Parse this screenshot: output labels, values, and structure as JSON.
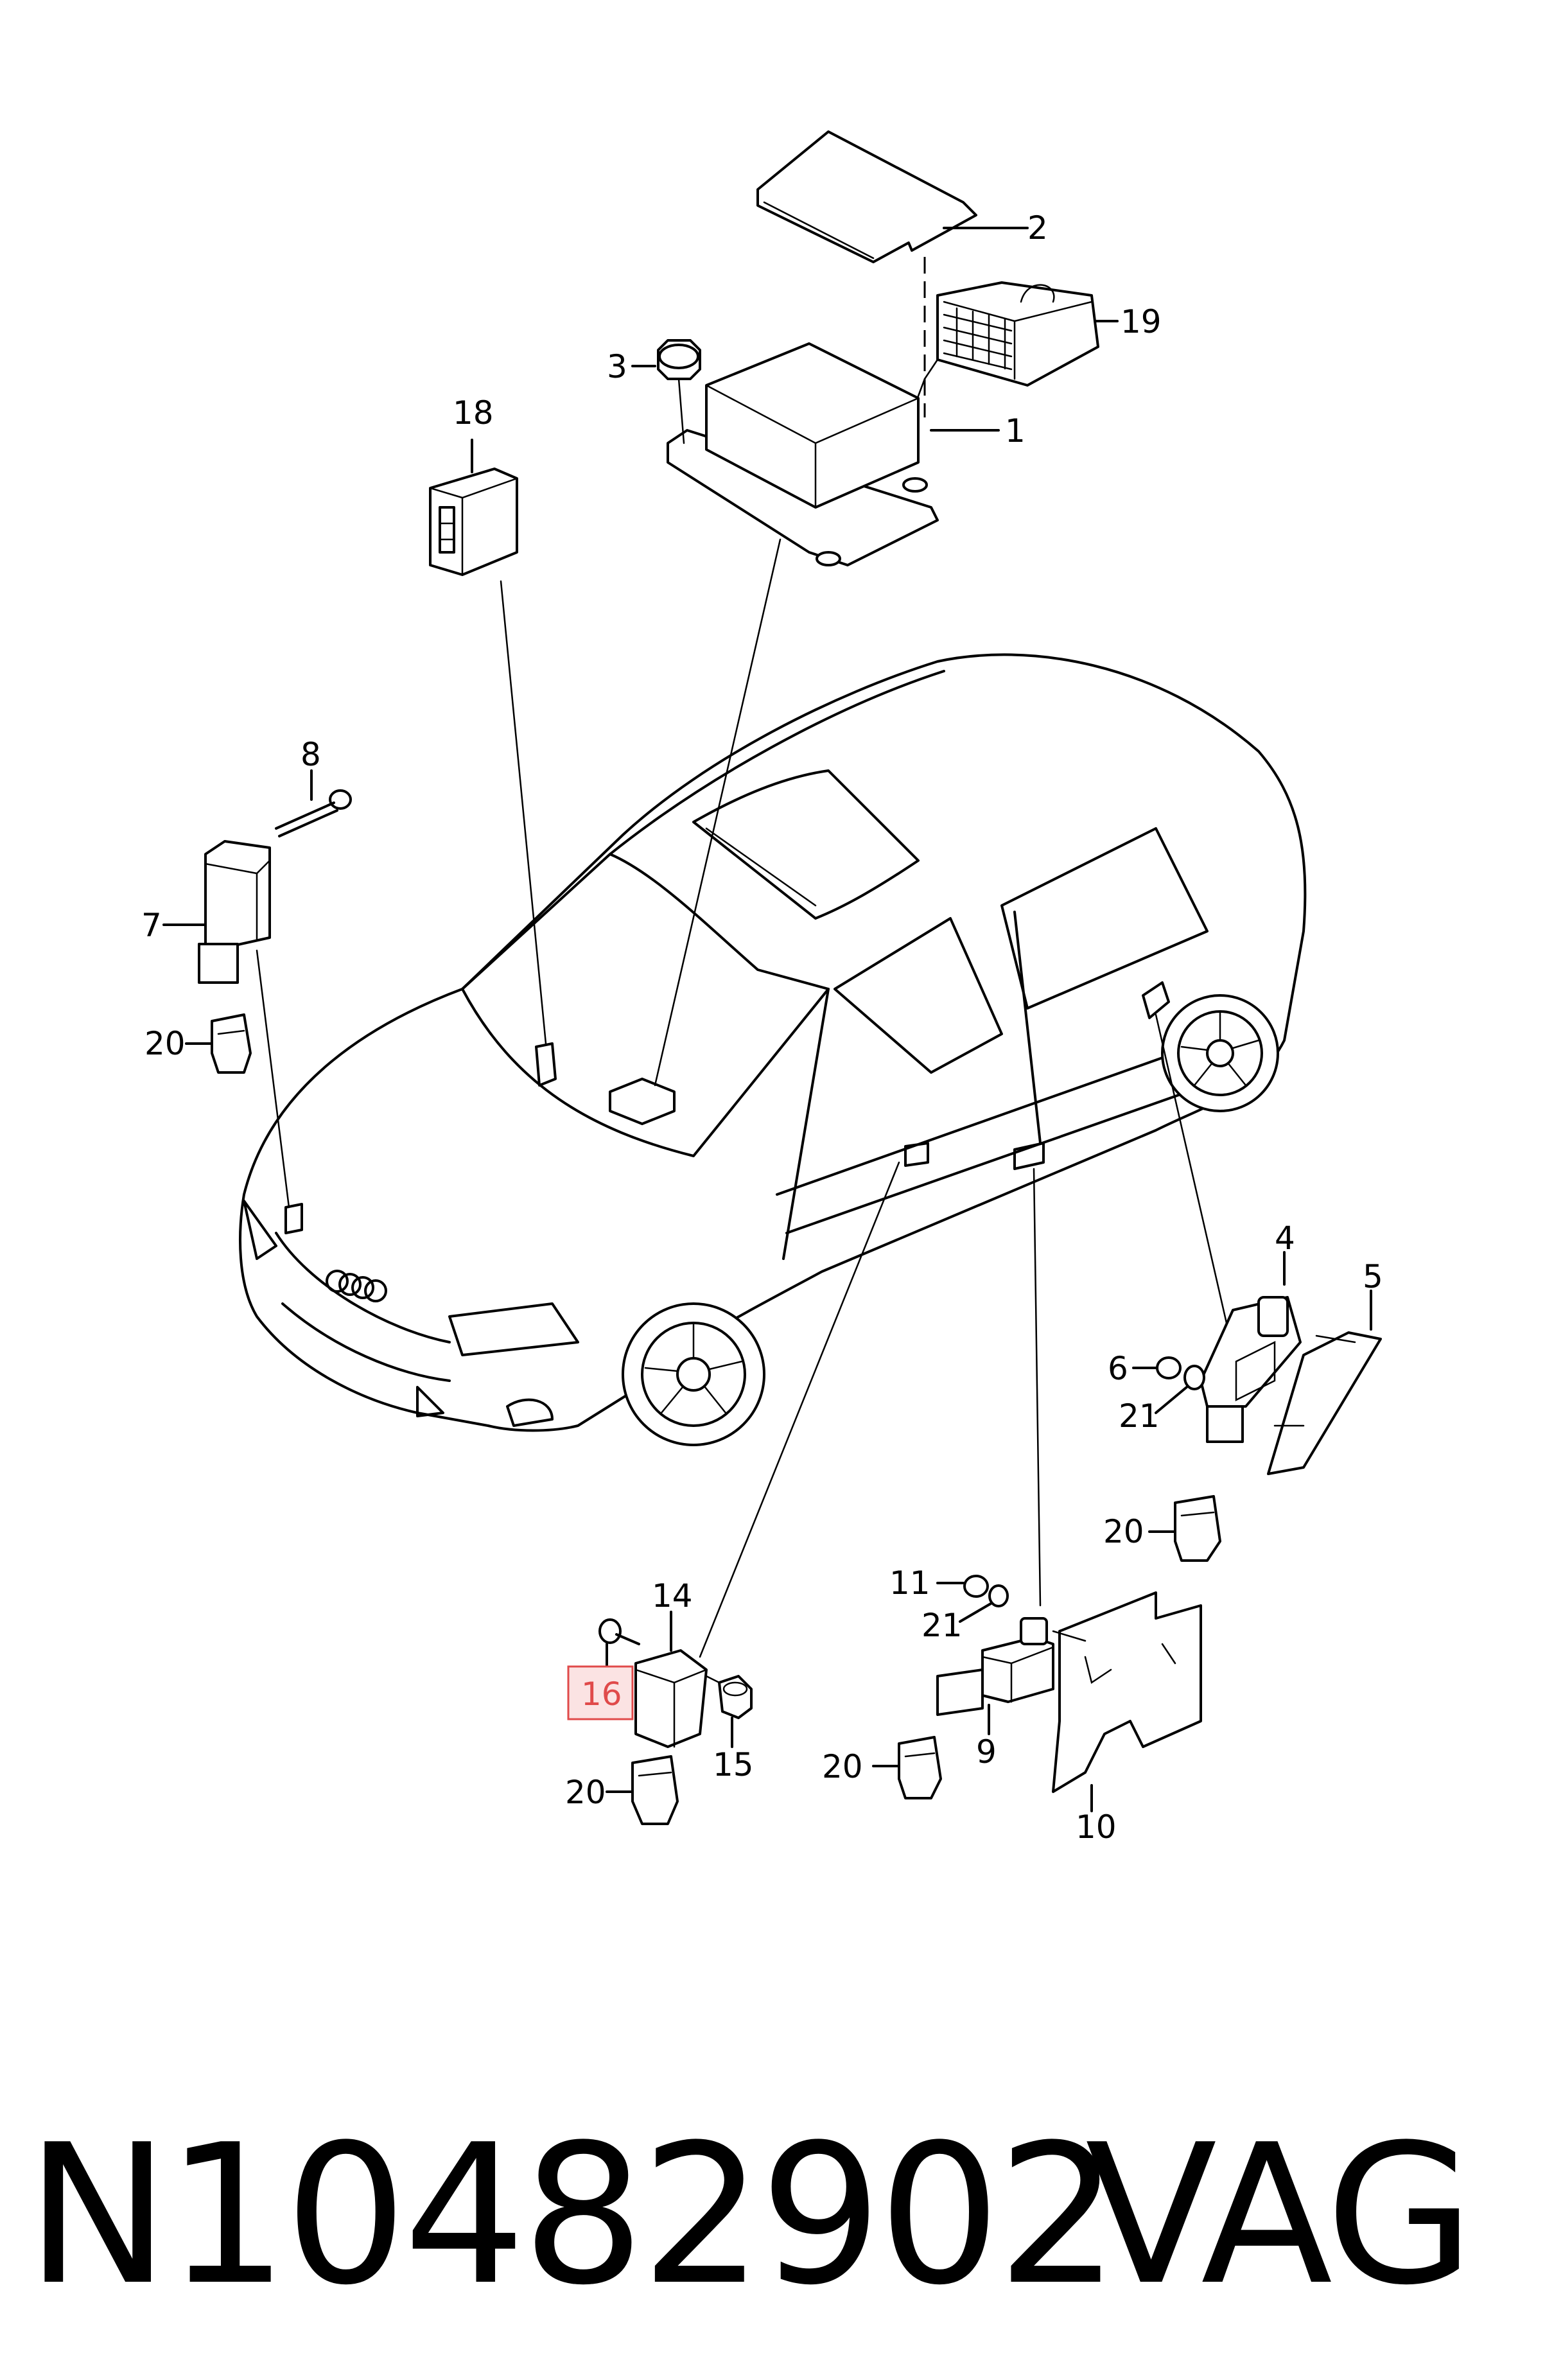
{
  "footer": {
    "part_number": "N10482902",
    "brand": "VAG"
  },
  "callouts": {
    "c1": "1",
    "c2": "2",
    "c3": "3",
    "c4": "4",
    "c5": "5",
    "c6": "6",
    "c7": "7",
    "c8": "8",
    "c9": "9",
    "c10": "10",
    "c11": "11",
    "c14": "14",
    "c15": "15",
    "c16": "16",
    "c18": "18",
    "c19": "19",
    "c20a": "20",
    "c20b": "20",
    "c20c": "20",
    "c20d": "20",
    "c21a": "21",
    "c21b": "21"
  },
  "highlighted_callout": "16",
  "colors": {
    "line": "#000000",
    "highlight_border": "#e04a4a",
    "highlight_fill": "#fbe3e3"
  }
}
